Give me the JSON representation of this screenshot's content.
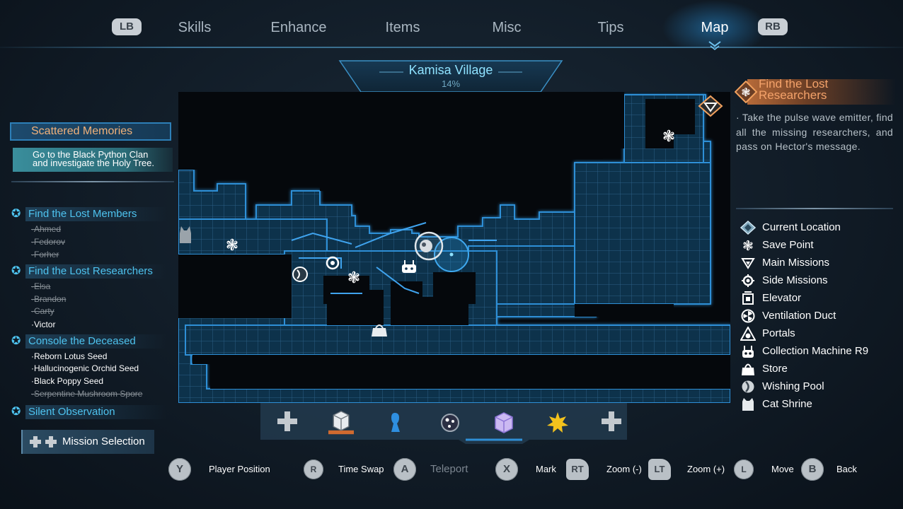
{
  "tabs": {
    "lb": "LB",
    "rb": "RB",
    "items": [
      "Skills",
      "Enhance",
      "Items",
      "Misc",
      "Tips",
      "Map"
    ],
    "active": "Map"
  },
  "current_quest": {
    "title": "Scattered Memories",
    "description_line1": "Go to the Black Python Clan",
    "description_line2": "and investigate the Holy Tree."
  },
  "missions": [
    {
      "title": "Find the Lost Members",
      "subs": [
        {
          "text": "·Ahmed",
          "done": true
        },
        {
          "text": "·Fedorov",
          "done": true
        },
        {
          "text": "·Forher",
          "done": true
        }
      ]
    },
    {
      "title": "Find the Lost Researchers",
      "subs": [
        {
          "text": "·Elsa",
          "done": true
        },
        {
          "text": "·Brandon",
          "done": true
        },
        {
          "text": "·Carty",
          "done": true
        },
        {
          "text": "·Victor",
          "done": false
        }
      ]
    },
    {
      "title": "Console the Deceased",
      "subs": [
        {
          "text": "·Reborn Lotus Seed",
          "done": false
        },
        {
          "text": "·Hallucinogenic Orchid Seed",
          "done": false
        },
        {
          "text": "·Black Poppy Seed",
          "done": false
        },
        {
          "text": "·Serpentine Mushroom Spore",
          "done": true
        }
      ]
    },
    {
      "title": "Silent Observation",
      "subs": []
    }
  ],
  "mission_selection": "Mission Selection",
  "map": {
    "area_name": "Kamisa Village",
    "completion": "14%"
  },
  "selected_mission": {
    "title_line1": "Find the Lost",
    "title_line2": "Researchers",
    "description": "· Take the pulse wave emitter, find all the missing researchers, and pass on Hector's message."
  },
  "legend": [
    {
      "icon": "current-location-icon",
      "label": "Current Location"
    },
    {
      "icon": "save-point-icon",
      "label": "Save Point"
    },
    {
      "icon": "main-missions-icon",
      "label": "Main Missions"
    },
    {
      "icon": "side-missions-icon",
      "label": "Side Missions"
    },
    {
      "icon": "elevator-icon",
      "label": "Elevator"
    },
    {
      "icon": "ventilation-duct-icon",
      "label": "Ventilation Duct"
    },
    {
      "icon": "portals-icon",
      "label": "Portals"
    },
    {
      "icon": "collection-machine-icon",
      "label": "Collection Machine R9"
    },
    {
      "icon": "store-icon",
      "label": "Store"
    },
    {
      "icon": "wishing-pool-icon",
      "label": "Wishing Pool"
    },
    {
      "icon": "cat-shrine-icon",
      "label": "Cat Shrine"
    }
  ],
  "controls": [
    {
      "button": "Y",
      "label": "Player Position"
    },
    {
      "button": "R",
      "label": "Time Swap"
    },
    {
      "button": "A",
      "label": "Teleport"
    },
    {
      "button": "X",
      "label": "Mark"
    },
    {
      "button": "RT",
      "label": "Zoom (-)"
    },
    {
      "button": "LT",
      "label": "Zoom (+)"
    },
    {
      "button": "L",
      "label": "Move"
    },
    {
      "button": "B",
      "label": "Back"
    }
  ],
  "colors": {
    "accent_cyan": "#4ec3ef",
    "quest_orange": "#f2b27a",
    "map_line": "#2f8fd6"
  }
}
